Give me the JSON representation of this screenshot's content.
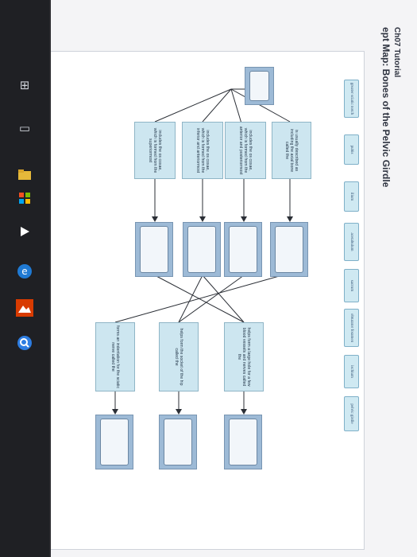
{
  "header": {
    "breadcrumb": "Ch07 Tutorial",
    "title": "ept Map: Bones of the Pelvic Girdle"
  },
  "word_bank": [
    "greater sciatic notch",
    "pubis",
    "ilium",
    "acetabulum",
    "sacrum",
    "obturator foramen",
    "ischium",
    "pelvic girdle"
  ],
  "phrases": {
    "axial": "is usually described as including the axial bone called the",
    "ossa_ant_post": "includes the os coxae, which is formed from the anterior and posteriormost",
    "ossa_inf_ant": "includes the os coxae, which is formed from the inferior and anteriormost",
    "ossa_sup": "includes the os coxae, which is formed from the superiormost",
    "large_hole": "helps form a large hole for a few blood vessels and nerves called the",
    "socket": "helps form the socket of the hip called the",
    "indentation": "forms an indentation for the sciatic nerve called the"
  },
  "taskbar": {
    "icons": [
      "windows-logo-icon",
      "task-view-icon",
      "file-explorer-icon",
      "store-icon",
      "media-icon",
      "edge-icon",
      "photos-icon",
      "search-icon"
    ]
  },
  "colors": {
    "node_fill": "#9dbad6",
    "phrase_fill": "#cde6f0",
    "term_fill": "#cfe9f2",
    "line": "#2b2f36"
  }
}
